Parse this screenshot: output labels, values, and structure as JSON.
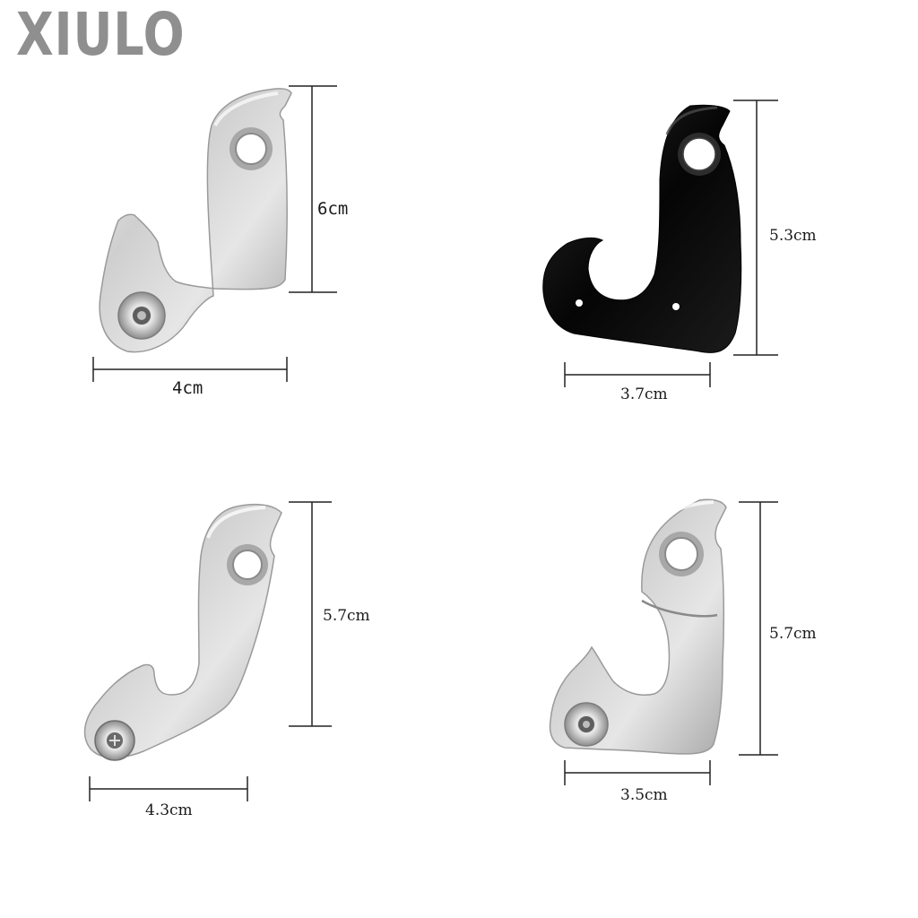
{
  "brand": {
    "name": "XIULO"
  },
  "products": [
    {
      "width": "4cm",
      "height": "6cm",
      "finish": "silver"
    },
    {
      "width": "3.7cm",
      "height": "5.3cm",
      "finish": "black"
    },
    {
      "width": "4.3cm",
      "height": "5.7cm",
      "finish": "silver"
    },
    {
      "width": "3.5cm",
      "height": "5.7cm",
      "finish": "silver"
    }
  ],
  "colors": {
    "brand": "#8f8f8f",
    "silver": "#c9c9c9",
    "black": "#0c0c0c",
    "dim_line": "#222222"
  }
}
